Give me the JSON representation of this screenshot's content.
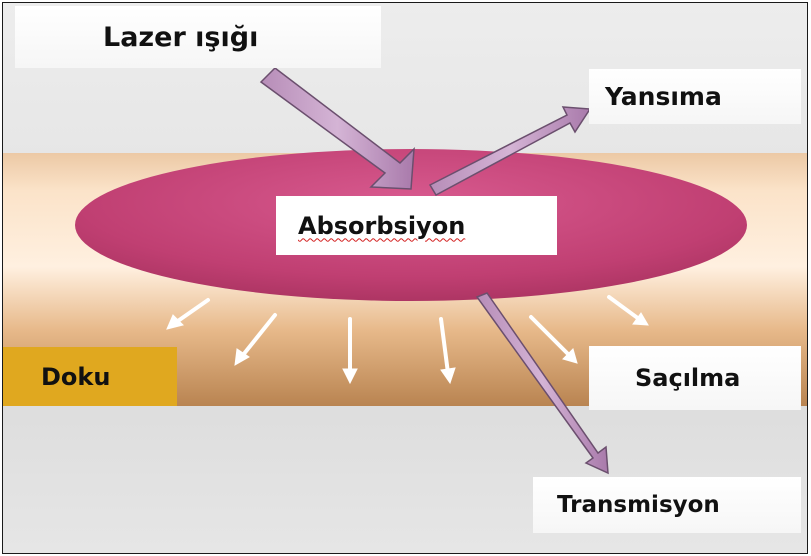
{
  "labels": {
    "incoming": "Lazer ışığı",
    "reflection": "Yansıma",
    "absorption": "Absorbsiyon",
    "tissue": "Doku",
    "scattering": "Saçılma",
    "transmission": "Transmisyon"
  },
  "colors": {
    "tissue_band_light": "#f8dcc0",
    "tissue_band_dark": "#c08a55",
    "absorption_zone": "#c03f72",
    "arrows": "#c69ec6",
    "tissue_label_bg": "#e0a81f",
    "scatter_arrows": "#ffffff"
  }
}
